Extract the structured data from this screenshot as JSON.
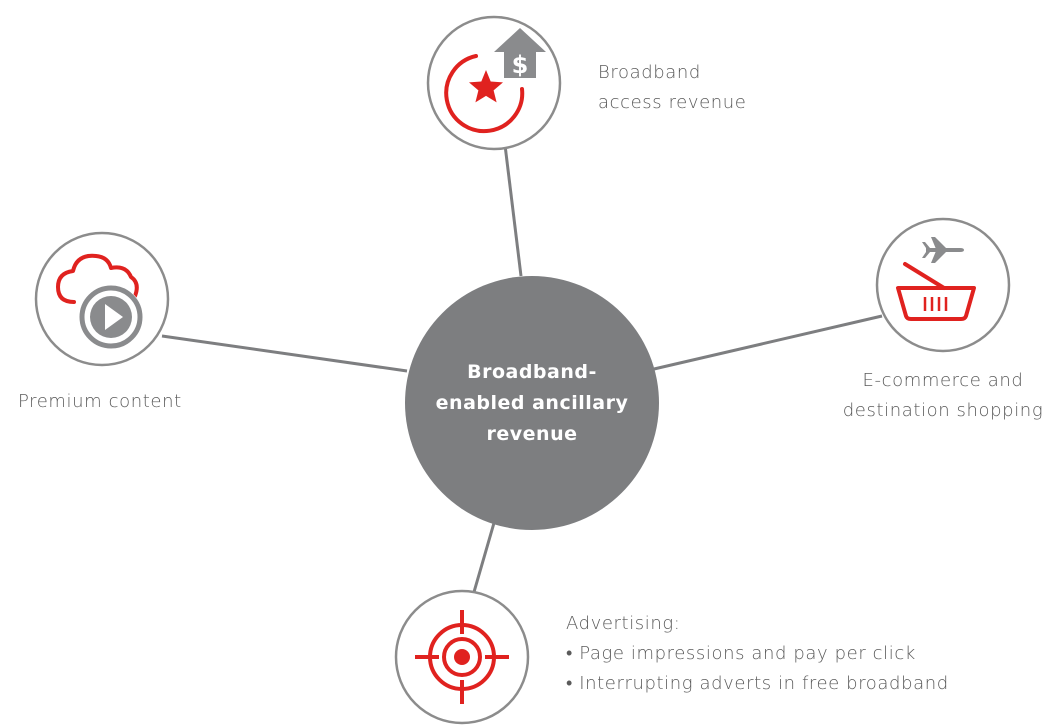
{
  "center": {
    "lines": [
      "Broadband-",
      "enabled ancillary",
      "revenue"
    ]
  },
  "nodes": {
    "access": {
      "icon": "dollar-arrow-star-icon",
      "lines": [
        "Broadband",
        "access revenue"
      ]
    },
    "ecommerce": {
      "icon": "airplane-basket-icon",
      "lines": [
        "E-commerce and",
        "destination shopping"
      ]
    },
    "premium": {
      "icon": "cloud-play-icon",
      "lines": [
        "Premium content"
      ]
    },
    "advertising": {
      "icon": "target-icon",
      "title": "Advertising:",
      "bullets": [
        "• Page impressions and pay per click",
        "• Interrupting adverts in free broadband"
      ]
    }
  },
  "colors": {
    "accent_red": "#e0221f",
    "icon_gray": "#8a8b8d",
    "hub_gray": "#7d7e80",
    "connector_gray": "#7d7e80",
    "ring_gray": "#8c8c8c",
    "label_text": "#5a5a5a"
  }
}
